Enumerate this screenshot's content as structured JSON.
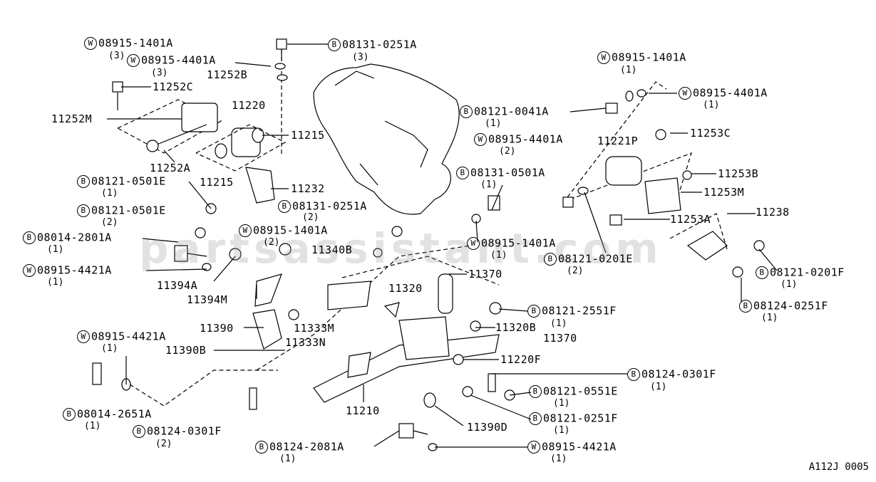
{
  "watermark": "partsassistant.com",
  "diagram_code": "A112J 0005",
  "prefix_markers": {
    "washer": "W",
    "bolt": "B"
  },
  "callouts": [
    {
      "id": "c1",
      "prefix": "W",
      "part": "08915-1401A",
      "qty": "(3)"
    },
    {
      "id": "c2",
      "prefix": "W",
      "part": "08915-4401A",
      "qty": "(3)"
    },
    {
      "id": "c3",
      "prefix": "B",
      "part": "08131-0251A",
      "qty": "(3)"
    },
    {
      "id": "c4",
      "prefix": "",
      "part": "11252B",
      "qty": ""
    },
    {
      "id": "c5",
      "prefix": "",
      "part": "11252C",
      "qty": ""
    },
    {
      "id": "c6",
      "prefix": "",
      "part": "11252M",
      "qty": ""
    },
    {
      "id": "c7",
      "prefix": "",
      "part": "11220",
      "qty": ""
    },
    {
      "id": "c8",
      "prefix": "",
      "part": "11215",
      "qty": ""
    },
    {
      "id": "c9",
      "prefix": "",
      "part": "11252A",
      "qty": ""
    },
    {
      "id": "c10",
      "prefix": "",
      "part": "11215",
      "qty": ""
    },
    {
      "id": "c11",
      "prefix": "B",
      "part": "08121-0501E",
      "qty": "(1)"
    },
    {
      "id": "c12",
      "prefix": "",
      "part": "11232",
      "qty": ""
    },
    {
      "id": "c13",
      "prefix": "B",
      "part": "08121-0501E",
      "qty": "(2)"
    },
    {
      "id": "c14",
      "prefix": "B",
      "part": "08131-0251A",
      "qty": "(2)"
    },
    {
      "id": "c15",
      "prefix": "B",
      "part": "08014-2801A",
      "qty": "(1)"
    },
    {
      "id": "c16",
      "prefix": "W",
      "part": "08915-1401A",
      "qty": "(2)"
    },
    {
      "id": "c17",
      "prefix": "",
      "part": "11340B",
      "qty": ""
    },
    {
      "id": "c18",
      "prefix": "W",
      "part": "08915-4421A",
      "qty": "(1)"
    },
    {
      "id": "c19",
      "prefix": "",
      "part": "11394A",
      "qty": ""
    },
    {
      "id": "c20",
      "prefix": "",
      "part": "11394M",
      "qty": ""
    },
    {
      "id": "c21",
      "prefix": "",
      "part": "11390",
      "qty": ""
    },
    {
      "id": "c22",
      "prefix": "",
      "part": "11333M",
      "qty": ""
    },
    {
      "id": "c23",
      "prefix": "",
      "part": "11333N",
      "qty": ""
    },
    {
      "id": "c24",
      "prefix": "",
      "part": "11390B",
      "qty": ""
    },
    {
      "id": "c25",
      "prefix": "W",
      "part": "08915-4421A",
      "qty": "(1)"
    },
    {
      "id": "c26",
      "prefix": "B",
      "part": "08014-2651A",
      "qty": "(1)"
    },
    {
      "id": "c27",
      "prefix": "B",
      "part": "08124-0301F",
      "qty": "(2)"
    },
    {
      "id": "c28",
      "prefix": "",
      "part": "11210",
      "qty": ""
    },
    {
      "id": "c29",
      "prefix": "B",
      "part": "08124-2081A",
      "qty": "(1)"
    },
    {
      "id": "c30",
      "prefix": "W",
      "part": "08915-4421A",
      "qty": "(1)"
    },
    {
      "id": "c31",
      "prefix": "",
      "part": "11390D",
      "qty": ""
    },
    {
      "id": "c32",
      "prefix": "B",
      "part": "08121-0251F",
      "qty": "(1)"
    },
    {
      "id": "c33",
      "prefix": "B",
      "part": "08121-0551E",
      "qty": "(1)"
    },
    {
      "id": "c34",
      "prefix": "B",
      "part": "08124-0301F",
      "qty": "(1)"
    },
    {
      "id": "c35",
      "prefix": "",
      "part": "11220F",
      "qty": ""
    },
    {
      "id": "c36",
      "prefix": "",
      "part": "11320B",
      "qty": ""
    },
    {
      "id": "c37",
      "prefix": "",
      "part": "11370",
      "qty": ""
    },
    {
      "id": "c38",
      "prefix": "B",
      "part": "08121-2551F",
      "qty": "(1)"
    },
    {
      "id": "c39",
      "prefix": "",
      "part": "11320",
      "qty": ""
    },
    {
      "id": "c40",
      "prefix": "",
      "part": "11370",
      "qty": ""
    },
    {
      "id": "c41",
      "prefix": "W",
      "part": "08915-1401A",
      "qty": "(1)"
    },
    {
      "id": "c42",
      "prefix": "B",
      "part": "08131-0501A",
      "qty": "(1)"
    },
    {
      "id": "c43",
      "prefix": "W",
      "part": "08915-4401A",
      "qty": "(2)"
    },
    {
      "id": "c44",
      "prefix": "B",
      "part": "08121-0041A",
      "qty": "(1)"
    },
    {
      "id": "c45",
      "prefix": "W",
      "part": "08915-1401A",
      "qty": "(1)"
    },
    {
      "id": "c46",
      "prefix": "W",
      "part": "08915-4401A",
      "qty": "(1)"
    },
    {
      "id": "c47",
      "prefix": "",
      "part": "11253C",
      "qty": ""
    },
    {
      "id": "c48",
      "prefix": "",
      "part": "11221P",
      "qty": ""
    },
    {
      "id": "c49",
      "prefix": "",
      "part": "11253B",
      "qty": ""
    },
    {
      "id": "c50",
      "prefix": "",
      "part": "11253M",
      "qty": ""
    },
    {
      "id": "c51",
      "prefix": "",
      "part": "11253A",
      "qty": ""
    },
    {
      "id": "c52",
      "prefix": "",
      "part": "11238",
      "qty": ""
    },
    {
      "id": "c53",
      "prefix": "B",
      "part": "08121-0201E",
      "qty": "(2)"
    },
    {
      "id": "c54",
      "prefix": "B",
      "part": "08121-0201F",
      "qty": "(1)"
    },
    {
      "id": "c55",
      "prefix": "B",
      "part": "08124-0251F",
      "qty": "(1)"
    }
  ]
}
